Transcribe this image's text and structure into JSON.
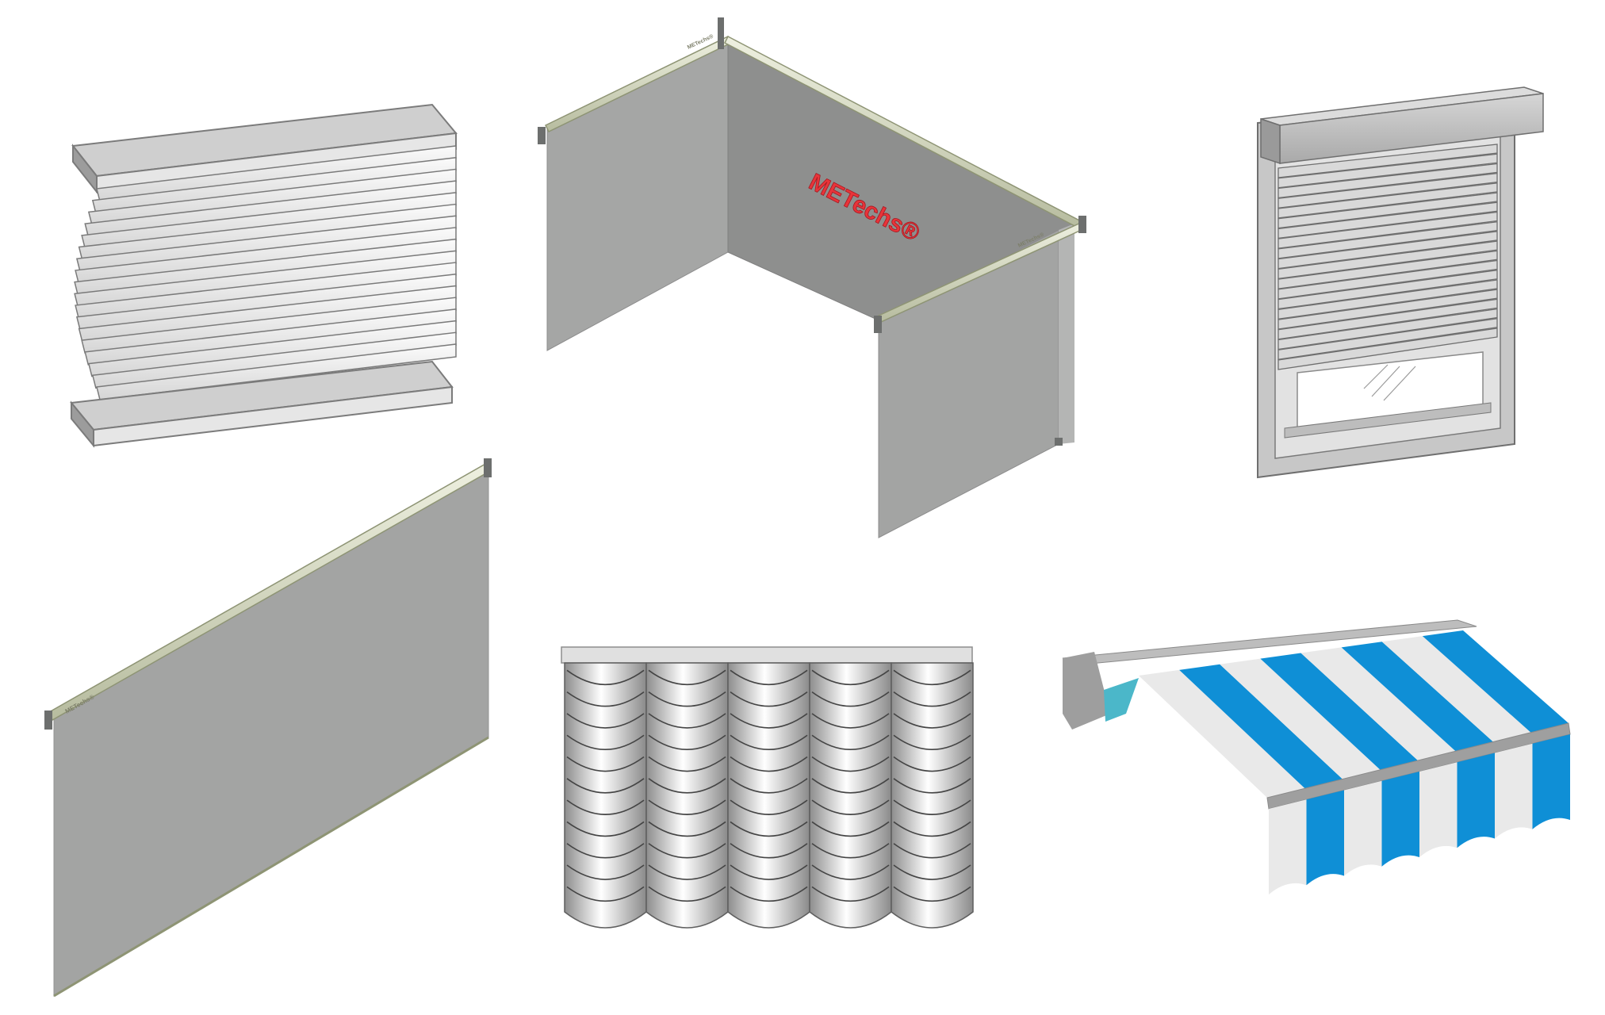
{
  "watermarks": {
    "main": "METechs®",
    "tube": "METechs®"
  },
  "colors": {
    "fabric_light": "#a3a4a3",
    "fabric_dark": "#8d8e8d",
    "fabric_side": "#9a9b9a",
    "rail": "#d6dbc2",
    "rail_edge": "#8e9474",
    "bracket": "#6d6f6e",
    "slat": "#f3f3f3",
    "slat_edge": "#7a7a7a",
    "frame_gray": "#b9b9b9",
    "awning_blue": "#0f8fd6",
    "awning_white": "#e9e9e9",
    "awning_teal": "#4bb7c9",
    "watermark_red": "#e8343a"
  },
  "items": [
    {
      "name": "horizontal-blind"
    },
    {
      "name": "corner-roller-screen"
    },
    {
      "name": "roller-shutter-window"
    },
    {
      "name": "large-roller-blind"
    },
    {
      "name": "austrian-festoon-curtain"
    },
    {
      "name": "striped-awning"
    }
  ]
}
